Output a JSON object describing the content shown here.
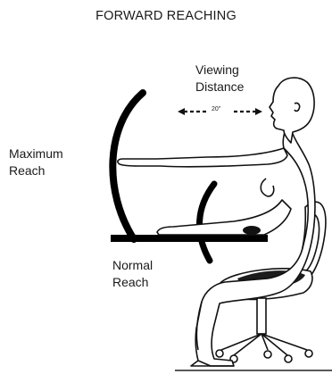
{
  "title": "FORWARD REACHING",
  "labels": {
    "viewing_distance": [
      "Viewing",
      "Distance"
    ],
    "distance_value": "20\"",
    "maximum_reach": [
      "Maximum",
      "Reach"
    ],
    "normal_reach": [
      "Normal",
      "Reach"
    ]
  },
  "colors": {
    "ink": "#0b0b0b",
    "arc": "#000000",
    "seat": "#1c1c1c"
  }
}
